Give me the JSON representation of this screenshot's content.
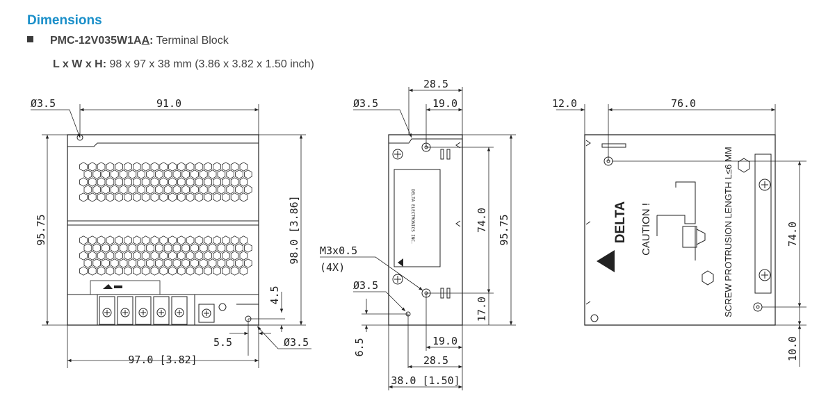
{
  "section": {
    "title": "Dimensions"
  },
  "product": {
    "model_prefix": "PMC-12V035W1A",
    "model_underlined": "A",
    "model_suffix": ":",
    "connection": "Terminal Block",
    "size_label": "L x W x H:",
    "size_value": "98 x 97 x 38 mm (3.86 x 3.82 x 1.50 inch)"
  },
  "front_view": {
    "hole_dia_top": "Ø3.5",
    "width_top": "91.0",
    "height_left": "95.75",
    "height_right": "98.0 [3.86]",
    "offset_right": "4.5",
    "offset_bottom": "5.5",
    "hole_dia_bottom": "Ø3.5",
    "width_bottom": "97.0 [3.82]"
  },
  "side_view": {
    "width_top_outer": "28.5",
    "width_top_inner": "19.0",
    "hole_dia_top": "Ø3.5",
    "height_inner": "74.0",
    "height_outer": "95.75",
    "thread_label": "M3x0.5",
    "thread_count": "(4X)",
    "hole_dia_bottom": "Ø3.5",
    "offset_bottom_right": "17.0",
    "offset_bottom_left": "6.5",
    "width_bottom_inner": "19.0",
    "width_bottom_outer": "28.5",
    "depth_total": "38.0 [1.50]",
    "label_text": "DELTA ELECTRONICS INC."
  },
  "rear_view": {
    "offset_left": "12.0",
    "width_top": "76.0",
    "height_right": "74.0",
    "offset_bottom": "10.0",
    "brand": "DELTA",
    "caution": "CAUTION !",
    "screw_note": "SCREW PROTRUSION LENGTH  L≤6 MM"
  }
}
